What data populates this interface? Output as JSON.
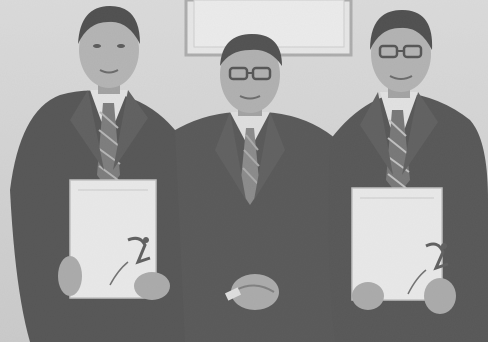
{
  "scene": {
    "people": [
      {
        "role": "left-man",
        "holding": "certificate"
      },
      {
        "role": "center-man",
        "holding": "nothing"
      },
      {
        "role": "right-man",
        "holding": "certificate"
      }
    ],
    "colors": {
      "wall": "#d9d9d9",
      "frame": "#f2f2f2",
      "suit": "#1c1c1c",
      "shirt": "#e8e8e8",
      "skin": "#9a9a9a",
      "hair": "#111111",
      "paper": "#f7f7f7"
    }
  }
}
